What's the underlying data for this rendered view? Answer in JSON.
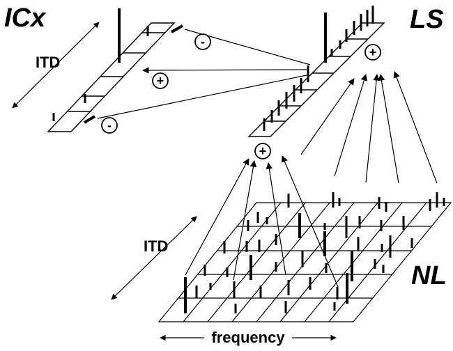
{
  "labels": {
    "icx": "ICx",
    "ls": "LS",
    "nl": "NL",
    "itd_top": "ITD",
    "itd_bottom": "ITD",
    "frequency": "frequency"
  },
  "signs": {
    "icx_minus_top": "-",
    "icx_plus": "+",
    "icx_minus_bottom": "-",
    "ls_plus": "+",
    "nl_plus": "+"
  }
}
